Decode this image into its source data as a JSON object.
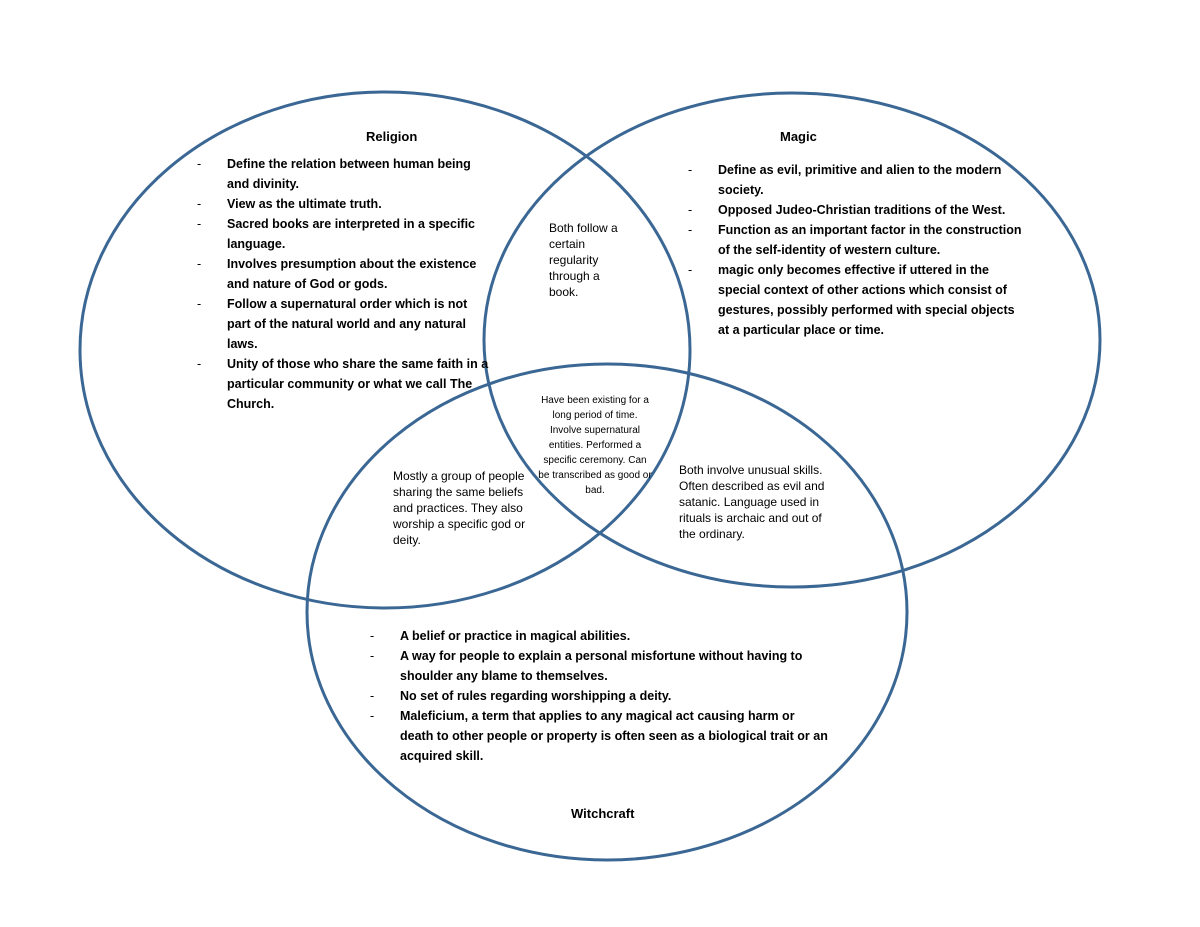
{
  "colors": {
    "circle_stroke": "#3b6794"
  },
  "religion": {
    "title": "Religion",
    "items": [
      "Define the relation between human being and divinity.",
      "View as the ultimate truth.",
      "Sacred books are interpreted in a specific language.",
      "Involves presumption about the existence and nature of God or gods.",
      "Follow a supernatural order which is not part of the natural world and any natural laws.",
      "Unity of those who share the same faith in a particular community or what we call The Church."
    ]
  },
  "magic": {
    "title": "Magic",
    "items": [
      "Define as evil, primitive and alien to the modern society.",
      "Opposed Judeo-Christian traditions of the West.",
      "Function as an important factor in the construction of the self-identity of western culture.",
      "magic only becomes effective if uttered in the special context of other actions which consist of gestures, possibly performed with special objects at a particular place or time."
    ]
  },
  "witchcraft": {
    "title": "Witchcraft",
    "items": [
      "A belief or practice in magical abilities.",
      "A way for people to explain a personal misfortune without having to shoulder any blame to themselves.",
      "No set of rules regarding worshipping a deity.",
      "Maleficium, a term that applies to any magical act causing harm or death to other people or property is often seen as a biological trait or an acquired skill."
    ]
  },
  "overlaps": {
    "religion_magic": "Both follow a certain regularity through a book.",
    "religion_witchcraft": "Mostly a group of people sharing the same beliefs and practices. They also worship a specific god or deity.",
    "magic_witchcraft": "Both involve unusual skills. Often described as evil and satanic. Language used in rituals is archaic and out of the ordinary.",
    "all_three": "Have been existing for a long period of time. Involve supernatural entities. Performed a specific ceremony. Can be transcribed as good or bad."
  }
}
